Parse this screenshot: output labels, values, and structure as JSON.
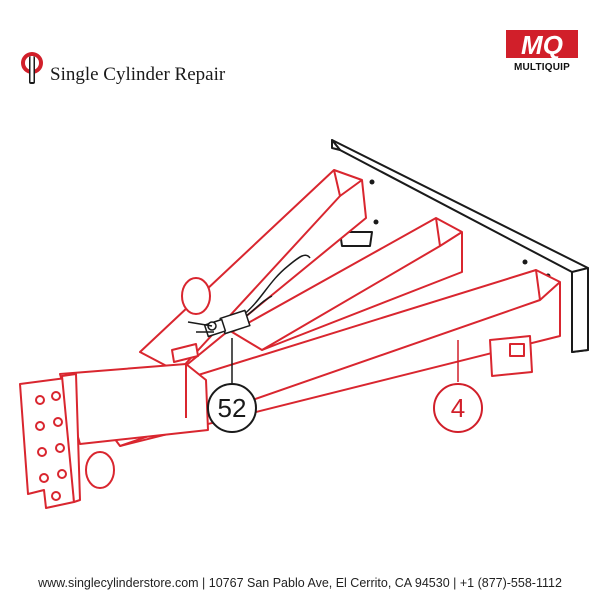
{
  "brand": {
    "name": "Single Cylinder Repair"
  },
  "manufacturer_logo": {
    "mark": "MQ",
    "name": "MULTIQUIP"
  },
  "callouts": [
    {
      "label": "52",
      "color": "#1a1a1a"
    },
    {
      "label": "4",
      "color": "#d11f2a"
    }
  ],
  "colors": {
    "frame_outline": "#d9262f",
    "accent_red": "#d11f2a",
    "black": "#1a1a1a"
  },
  "footer": {
    "text": "www.singlecylinderstore.com  |  10767 San Pablo Ave, El Cerrito, CA 94530  |  +1 (877)-558-1112"
  }
}
